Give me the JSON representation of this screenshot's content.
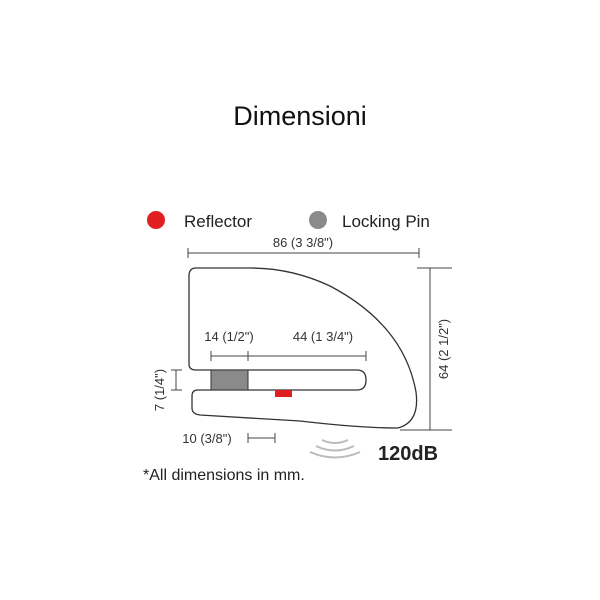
{
  "title": "Dimensioni",
  "legend": [
    {
      "label": "Reflector",
      "color": "#e02020"
    },
    {
      "label": "Locking Pin",
      "color": "#8a8a8a"
    }
  ],
  "dimensions": {
    "width": "86 (3 3/8\")",
    "height": "64 (2 1/2\")",
    "pin_width": "14 (1/2\")",
    "slot_depth": "44 (1 3/4\")",
    "slot_gap": "7 (1/4\")",
    "offset": "10 (3/8\")"
  },
  "alarm": "120dB",
  "footnote": "*All dimensions in mm."
}
